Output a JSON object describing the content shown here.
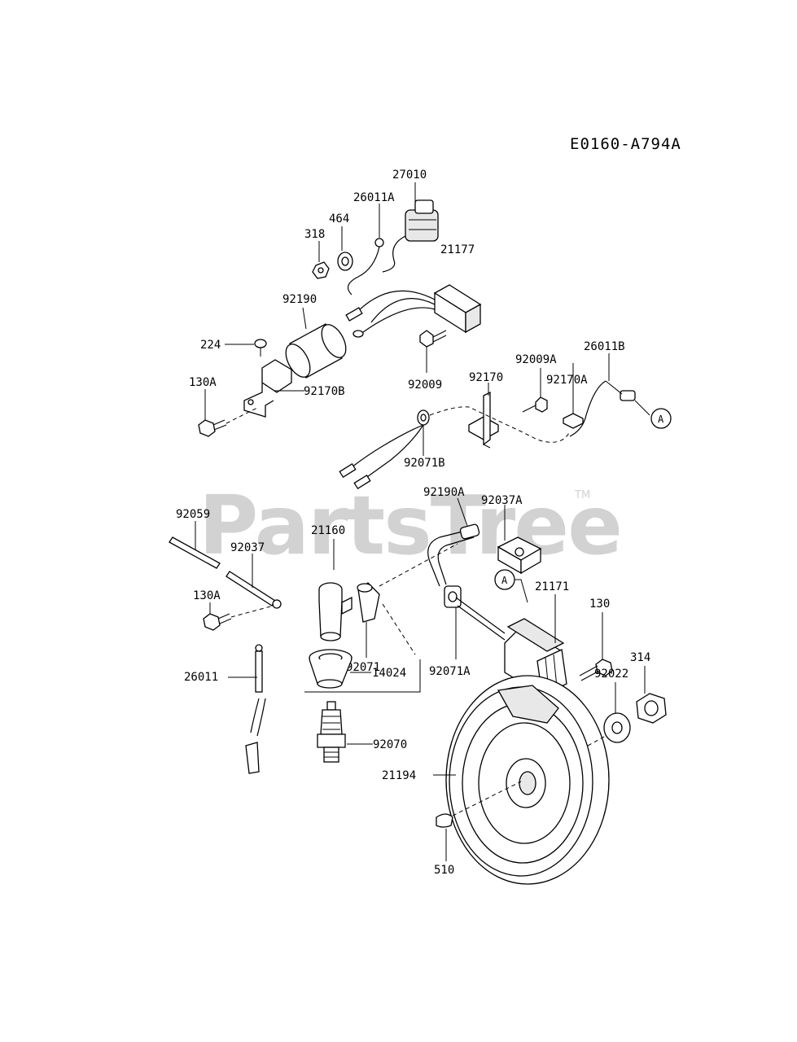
{
  "diagram_code": "E0160-A794A",
  "watermark": {
    "text": "PartsTree",
    "trademark": "TM"
  },
  "connector_ref": "A",
  "parts": {
    "p27010": "27010",
    "p26011A": "26011A",
    "p464": "464",
    "p318": "318",
    "p21177": "21177",
    "p92190": "92190",
    "p224": "224",
    "p92009": "92009",
    "p130A_top": "130A",
    "p92170B": "92170B",
    "p92009A": "92009A",
    "p26011B": "26011B",
    "p92170": "92170",
    "p92170A": "92170A",
    "p92071B": "92071B",
    "p92190A": "92190A",
    "p92037A": "92037A",
    "p92059": "92059",
    "p21160": "21160",
    "p92037": "92037",
    "p130A_bottom": "130A",
    "p21171": "21171",
    "p130": "130",
    "p92071": "92071",
    "p92071A": "92071A",
    "p314": "314",
    "p92022": "92022",
    "p26011": "26011",
    "p14024": "14024",
    "p92070": "92070",
    "p21194": "21194",
    "p510": "510"
  }
}
